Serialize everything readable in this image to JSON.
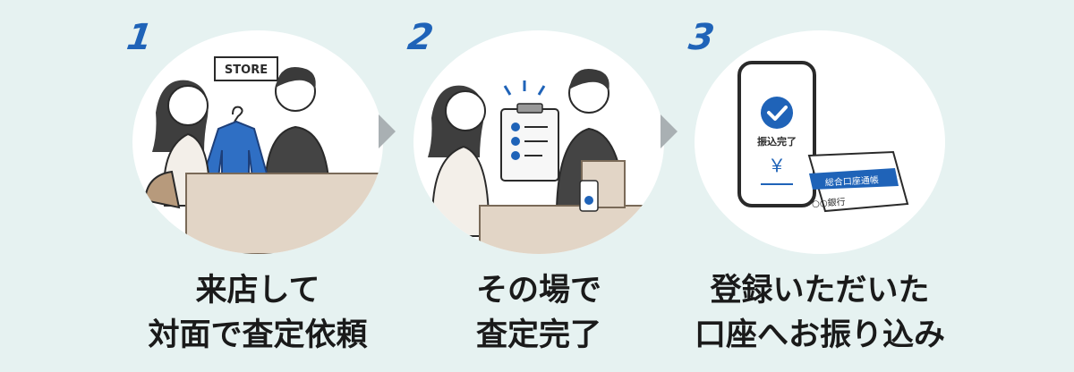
{
  "steps": [
    {
      "number": "1",
      "caption_line1": "来店して",
      "caption_line2": "対面で査定依頼",
      "illustration": "store-counter",
      "sign_text": "STORE"
    },
    {
      "number": "2",
      "caption_line1": "その場で",
      "caption_line2": "査定完了",
      "illustration": "appraisal-clipboard"
    },
    {
      "number": "3",
      "caption_line1": "登録いただいた",
      "caption_line2": "口座へお振り込み",
      "illustration": "bank-transfer",
      "phone_status": "振込完了",
      "phone_currency": "￥",
      "bankbook_title": "総合口座通帳",
      "bankbook_bank": "○○銀行"
    }
  ],
  "colors": {
    "background": "#e6f2f1",
    "accent": "#1f63b8",
    "arrow": "#a9b0b3",
    "counter": "#e2d5c6"
  }
}
